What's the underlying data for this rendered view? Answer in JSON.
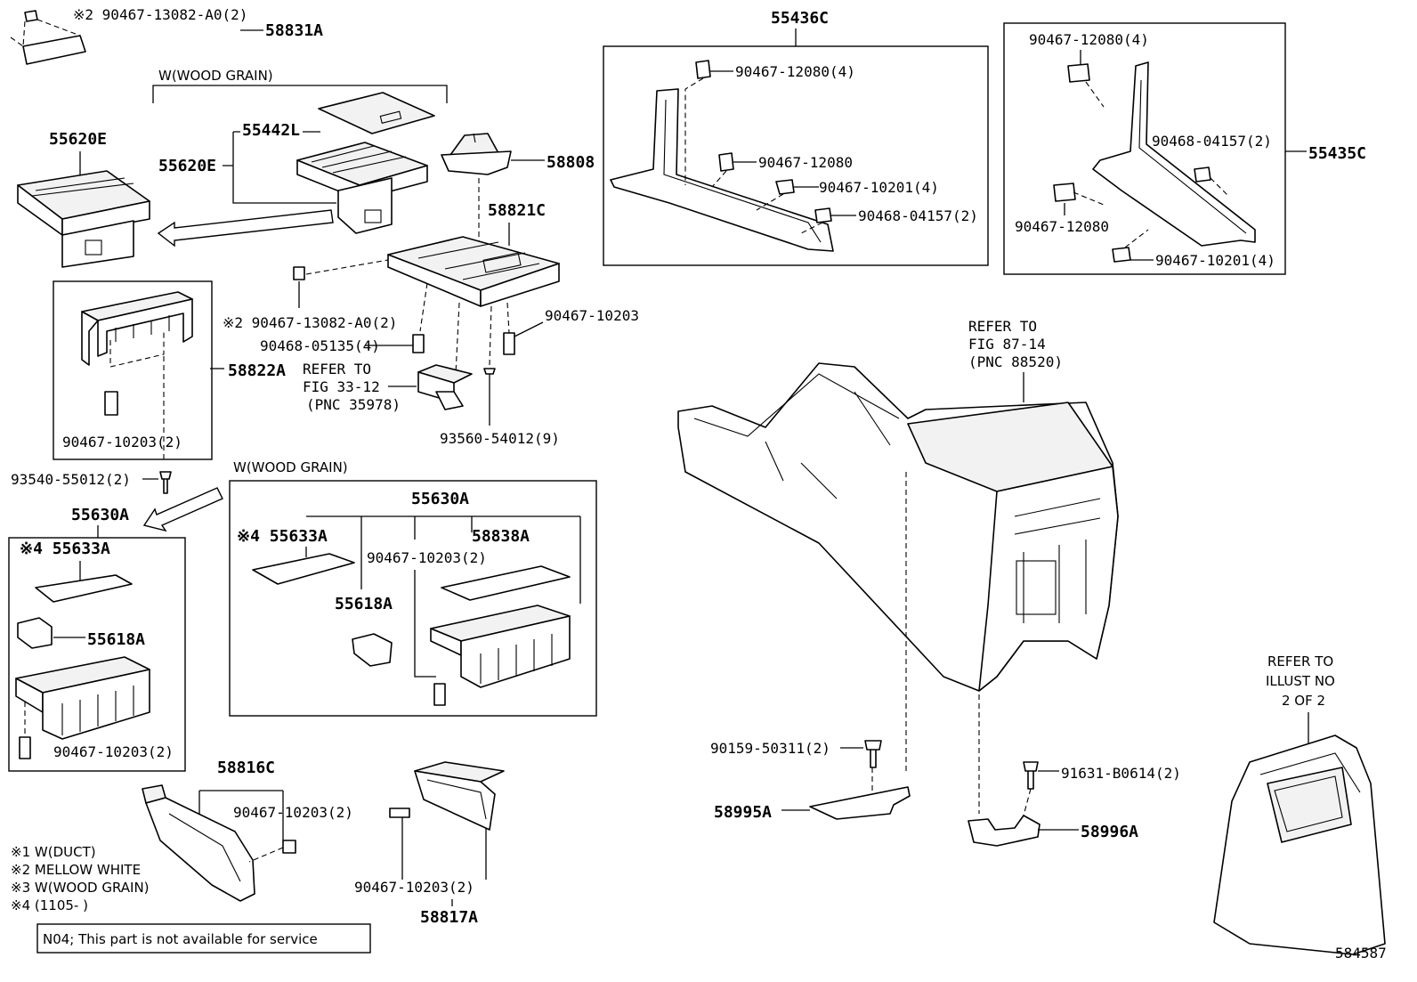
{
  "labels": {
    "p_58831A": "58831A",
    "n1_line": "※2 90467-13082-A0(2)",
    "wood_grain_top": "W(WOOD GRAIN)",
    "p_55620E_left": "55620E",
    "p_55442L": "55442L",
    "p_55620E_mid": "55620E",
    "p_58808": "58808",
    "p_58821C": "58821C",
    "n2_line": "※2 90467-13082-A0(2)",
    "n_90468_05135": "90468-05135(4)",
    "n_90467_10203_a": "90467-10203",
    "refer_fig33_1": "REFER TO",
    "refer_fig33_2": "FIG 33-12",
    "refer_fig33_3": "(PNC 35978)",
    "n_93560": "93560-54012(9)",
    "p_58822A": "58822A",
    "n_90467_10203_b": "90467-10203(2)",
    "n_93540": "93540-55012(2)",
    "p_55630A_left": "55630A",
    "wood_grain_mid": "W(WOOD GRAIN)",
    "p_55630A_mid": "55630A",
    "p_55633A_left": "※4 55633A",
    "p_55618A_left": "55618A",
    "n_90467_10203_c": "90467-10203(2)",
    "p_55633A_mid": "※4 55633A",
    "n_90467_10203_d": "90467-10203(2)",
    "p_58838A": "58838A",
    "p_55618A_mid": "55618A",
    "p_58816C": "58816C",
    "n_90467_10203_e": "90467-10203(2)",
    "n_90467_10203_f": "90467-10203(2)",
    "p_58817A": "58817A",
    "legend_1": "※1 W(DUCT)",
    "legend_2": "※2 MELLOW WHITE",
    "legend_3": "※3 W(WOOD GRAIN)",
    "legend_4": "※4 (1105-    )",
    "note_n04": "N04; This part is not available for service",
    "p_55436C": "55436C",
    "n_90467_12080_4a": "90467-12080(4)",
    "n_90467_12080_a": "90467-12080",
    "n_90467_10201_4a": "90467-10201(4)",
    "n_90468_04157_2a": "90468-04157(2)",
    "n_90467_12080_4b": "90467-12080(4)",
    "n_90468_04157_2b": "90468-04157(2)",
    "p_55435C": "55435C",
    "n_90467_12080_b": "90467-12080",
    "n_90467_10201_4b": "90467-10201(4)",
    "refer_fig87_1": "REFER TO",
    "refer_fig87_2": "FIG 87-14",
    "refer_fig87_3": "(PNC 88520)",
    "n_90159": "90159-50311(2)",
    "p_58995A": "58995A",
    "n_91631": "91631-B0614(2)",
    "p_58996A": "58996A",
    "refer_illust_1": "REFER TO",
    "refer_illust_2": "ILLUST NO",
    "refer_illust_3": "2 OF 2",
    "diagram_id": "584587"
  }
}
